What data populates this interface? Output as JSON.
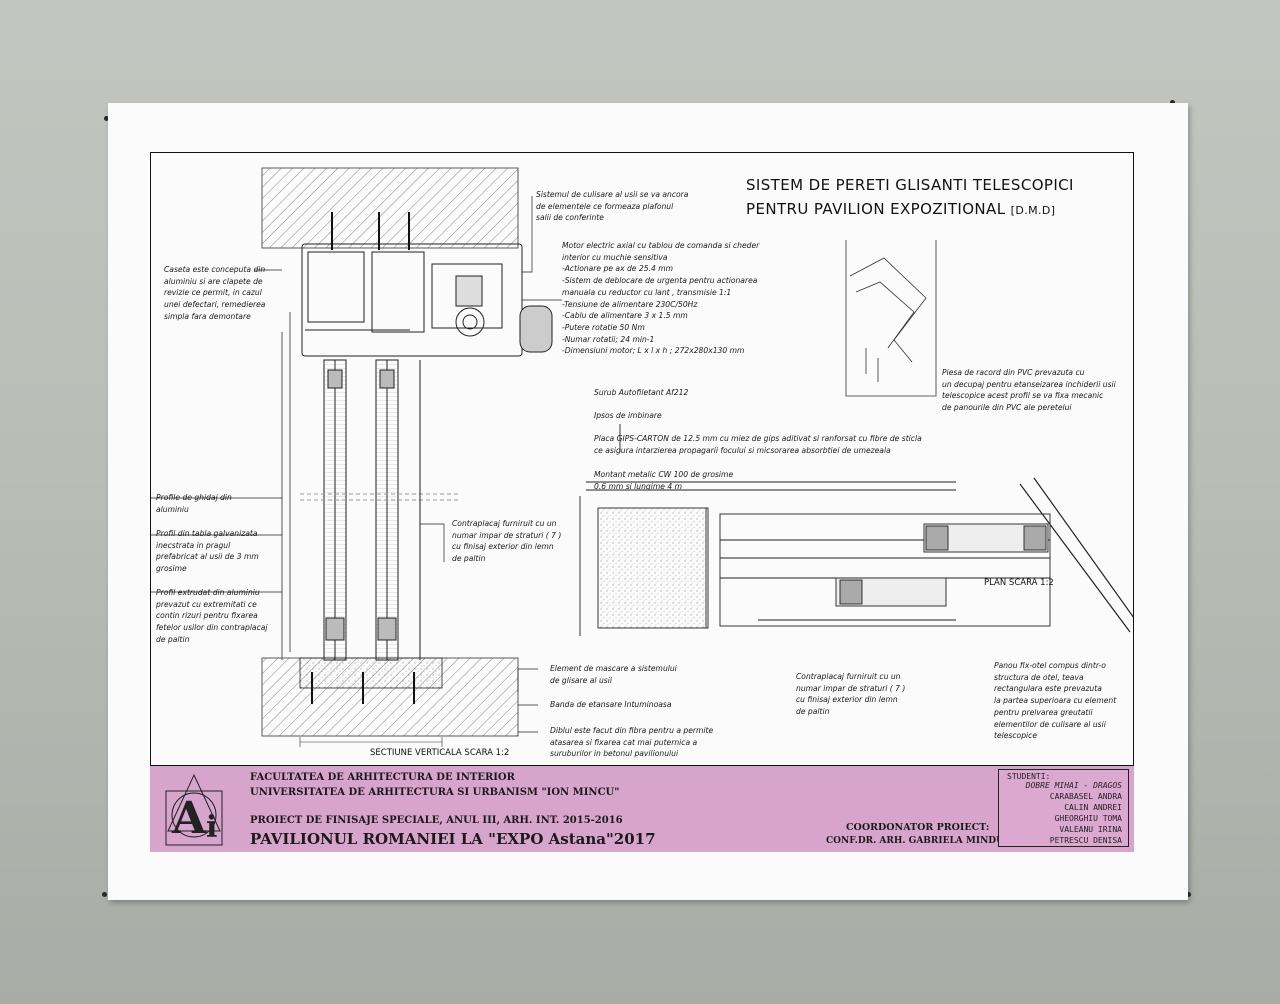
{
  "title": {
    "line1": "SISTEM DE PERETI GLISANTI TELESCOPICI",
    "line2": "PENTRU PAVILION EXPOZITIONAL",
    "mark": "[D.M.D]"
  },
  "captions": {
    "section": "SECTIUNE VERTICALA SCARA 1:2",
    "plan": "PLAN SCARA 1:2"
  },
  "notes": {
    "ceiling": "Sistemul de culisare al usii se va ancora\nde elementele ce formeaza plafonul\nsalii de conferinte",
    "motor": "Motor electric axial cu tablou de comanda si cheder\ninterior cu muchie sensitiva\n-Actionare pe ax de 25.4 mm\n-Sistem de deblocare de urgenta pentru actionarea\nmanuala cu reductor cu lant , transmisie 1:1\n-Tensiune de alimentare 230C/50Hz\n-Cablu de alimentare 3 x 1.5 mm\n-Putere rotatie 50 Nm\n-Numar rotatii; 24 min-1\n-Dimensiuni motor; L x l x h ; 272x280x130 mm",
    "caseta": "Caseta este conceputa din\naluminiu si are clapete de\nrevizie ce permit, in cazul\nunei defectari, remedierea\nsimpla fara demontare",
    "surub": "Surub Autofiletant Af212",
    "ipsos": "Ipsos de imbinare",
    "placa": "Placa GIPS-CARTON de 12.5 mm cu miez de gips aditivat si ranforsat cu fibre de sticla\nce asigura intarzierea propagarii focului si micsorarea absorbtiei de umezeala",
    "montant": "Montant metalic CW 100 de grosime\n0.6 mm si lungime 4 m",
    "piesa": "Piesa de racord din PVC prevazuta cu\nun decupaj pentru etanseizarea inchiderii usii\ntelescopice acest profil se va fixa mecanic\nde panourile din PVC ale peretelui",
    "ghidaj": "Profile de ghidaj din\naluminiu",
    "tabla": "Profil din tabla galvanizata\ninecstrata in pragul\nprefabricat al usii de 3 mm\ngrosime",
    "extrudat": "Profil extrudat din aluminiu\nprevazut cu extremitati ce\ncontin rizuri pentru fixarea\nfetelor usilor din contraplacaj\nde paltin",
    "contra1": "Contraplacaj furniruit cu un\nnumar impar de straturi ( 7 )\ncu finisaj exterior din lemn\nde paltin",
    "mascare": "Element de mascare a sistemului\nde glisare al usii",
    "banda": "Banda de etansare Intuminoasa",
    "diblu": "Diblul este facut din fibra pentru a permite\natasarea si fixarea cat mai puternica a\nsuruburilor in betonul pavilionului",
    "contra2": "Contraplacaj furniruit cu un\nnumar impar de straturi ( 7 )\ncu finisaj exterior din lemn\nde paltin",
    "panou": "Panou fix-otel compus dintr-o\nstructura de otel, teava\nrectangulara este prevazuta\nla partea superioara cu element\npentru prelvarea greutatii\nelementilor de culisare al usii\ntelescopice"
  },
  "titleblock": {
    "faculty": "FACULTATEA DE ARHITECTURA DE INTERIOR",
    "university": "UNIVERSITATEA DE ARHITECTURA SI URBANISM \"ION MINCU\"",
    "project": "PROIECT DE FINISAJE SPECIALE, ANUL III, ARH. INT. 2015-2016",
    "pavilion": "PAVILIONUL ROMANIEI LA \"EXPO Astana\"2017",
    "coord_label": "COORDONATOR PROIECT:",
    "coord_name": "CONF.DR. ARH. GABRIELA MINDU",
    "students_label": "STUDENTI:",
    "students": [
      "DOBRE MIHAI - DRAGOS",
      "CARABASEL ANDRA",
      "CALIN ANDREI",
      "GHEORGHIU TOMA",
      "VALEANU IRINA",
      "PETRESCU DENISA"
    ]
  },
  "colors": {
    "wall": "#bcbfb9",
    "paper": "#fbfbfb",
    "band": "#d7a4cc",
    "ink": "#111111"
  }
}
